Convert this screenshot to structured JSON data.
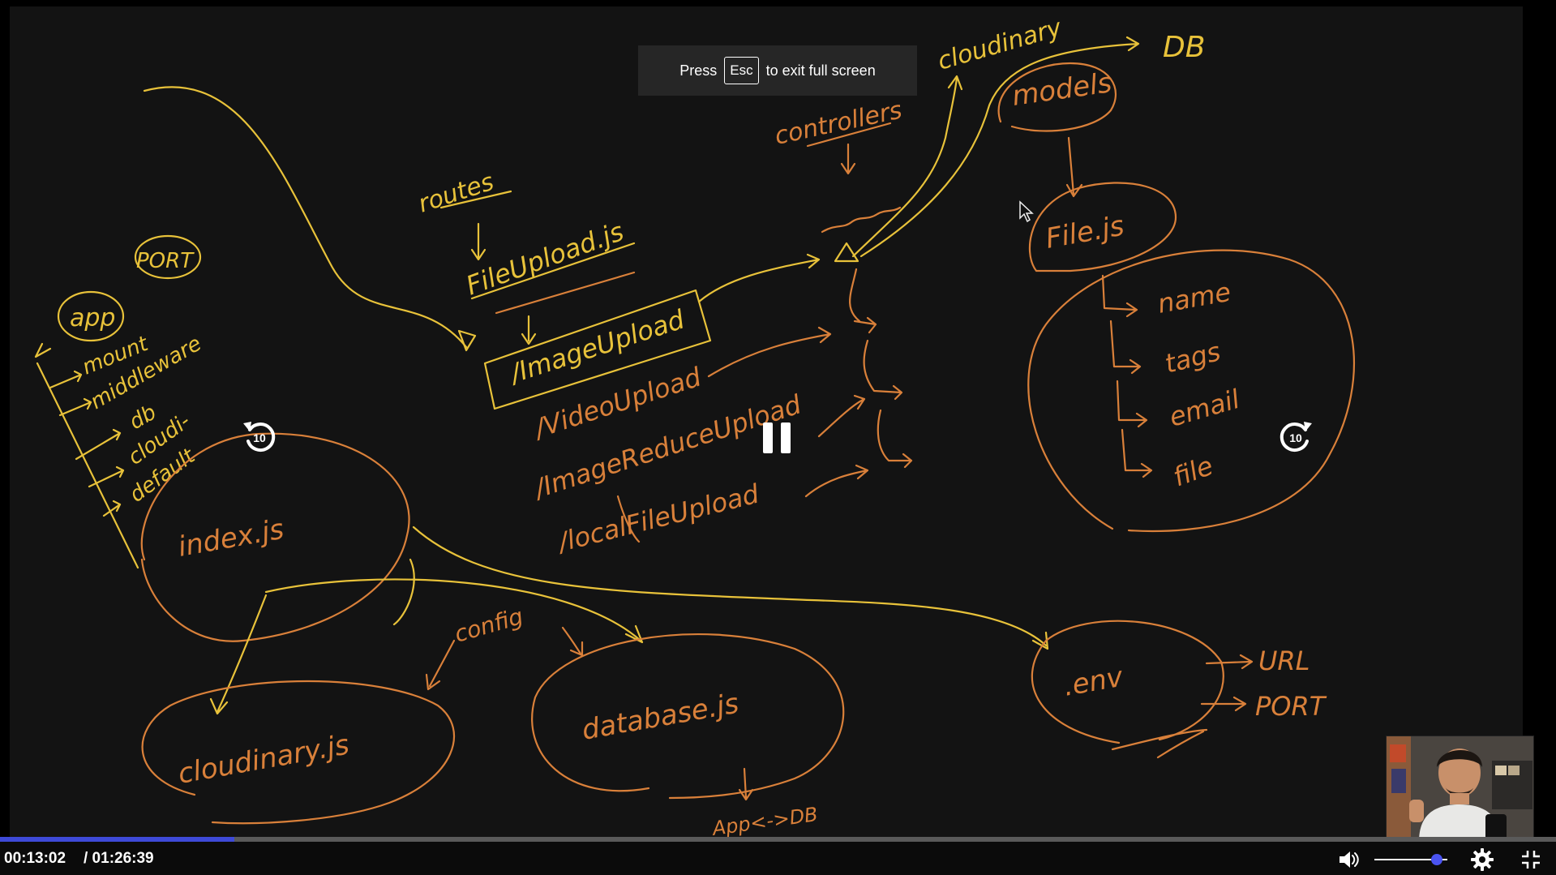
{
  "toast": {
    "press": "Press",
    "key": "Esc",
    "message": "to exit full screen"
  },
  "whiteboard": {
    "app_block": {
      "app": "app",
      "port": "PORT",
      "items": [
        "mount",
        "middleware",
        "db",
        "cloudi-",
        "default"
      ]
    },
    "index": "index.js",
    "routes": {
      "title": "routes",
      "file": "FileUpload.js",
      "items": [
        "/ImageUpload",
        "/VideoUpload",
        "/ImageReduceUpload",
        "/localFileUpload"
      ]
    },
    "controllers": "controllers",
    "cloudinary_top": "cloudinary",
    "db_top": "DB",
    "models": "models",
    "file_js": "File.js",
    "file_fields": [
      "name",
      "tags",
      "email",
      "file"
    ],
    "config": "config",
    "cloudinary_js": "cloudinary.js",
    "database_js": "database.js",
    "app_db": "App<->DB",
    "env": ".env",
    "env_vars": [
      "URL",
      "PORT"
    ]
  },
  "skip": {
    "back": "10",
    "forward": "10"
  },
  "player": {
    "current_time": "00:13:02",
    "total_time": "/ 01:26:39",
    "progress": 0.1505,
    "volume": 0.85,
    "accent": "#3e4ad8"
  },
  "icons": [
    "replay-10-icon",
    "pause-icon",
    "forward-10-icon",
    "volume-icon",
    "gear-icon",
    "exit-fullscreen-icon",
    "cursor-icon"
  ]
}
